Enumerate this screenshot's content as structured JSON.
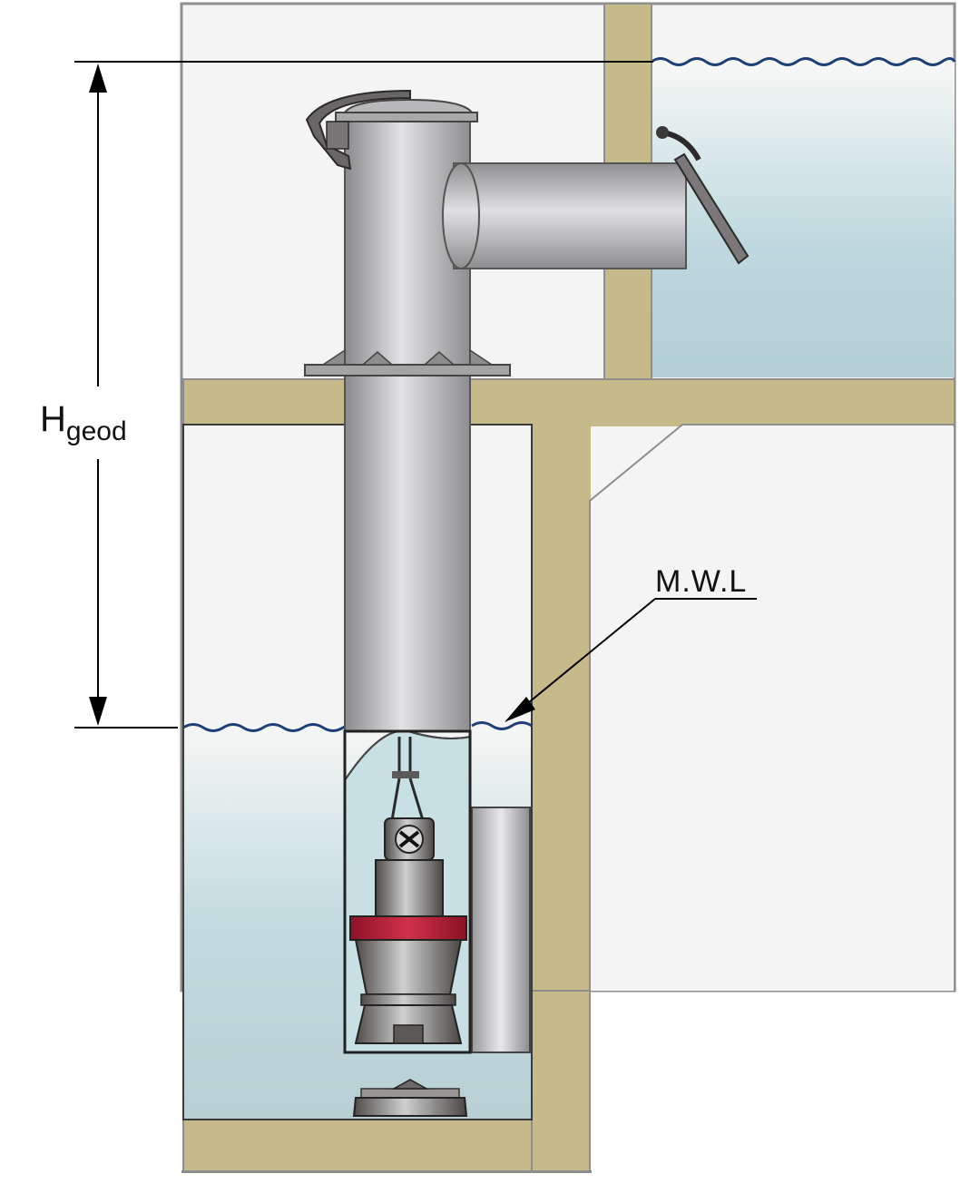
{
  "labels": {
    "head_main": "H",
    "head_sub": "geod",
    "min_water_level": "M.W.L"
  },
  "colors": {
    "concrete": "#c6b98a",
    "outline": "#8e8e8e",
    "water_top": "#f4f6f4",
    "water_bottom": "#b7d5db",
    "wave": "#1e3f78",
    "pipe_dark": "#8f8f91",
    "pipe_light": "#dcdcde",
    "pump_red": "#b4203a",
    "dim_line": "#000000"
  },
  "icons": {
    "dimension_arrow": "double-headed-arrow",
    "leader_arrow": "arrow-pointer"
  }
}
